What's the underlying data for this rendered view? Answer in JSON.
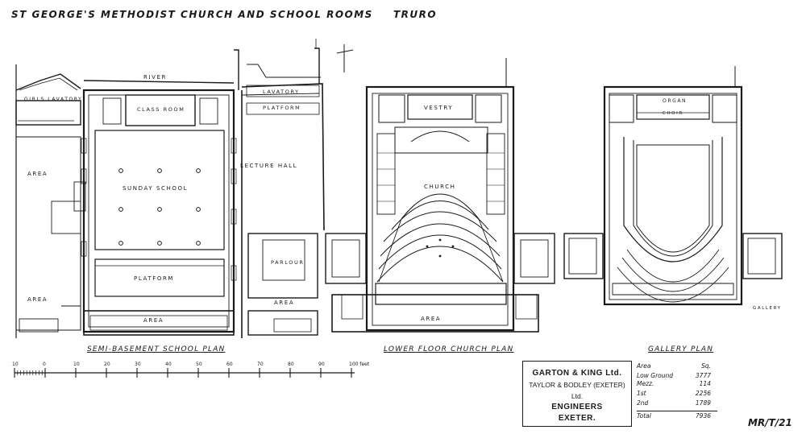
{
  "header": {
    "title": "St George's Methodist Church and School Rooms",
    "town": "Truro"
  },
  "plans": {
    "semi_basement": "Semi-Basement School Plan",
    "lower_floor": "Lower Floor Church Plan",
    "gallery": "Gallery Plan"
  },
  "rooms": {
    "river": "River",
    "girls_lavatory": "Girls Lavatory",
    "class_room": "Class Room",
    "lavatory": "Lavatory",
    "platform_upper": "Platform",
    "lecture_hall": "Lecture Hall",
    "area_left": "Area",
    "sunday_school": "Sunday School",
    "platform_lower": "Platform",
    "parlour": "Parlour",
    "area_bottom_left": "Area",
    "area_basement": "Area",
    "area_parlour": "Area",
    "vestry": "Vestry",
    "church": "Church",
    "area_church": "Area",
    "organ": "Organ",
    "choir": "Choir"
  },
  "scale": {
    "labels": [
      "10",
      "0",
      "10",
      "20",
      "30",
      "40",
      "50",
      "60",
      "70",
      "80",
      "90",
      "100 feet"
    ]
  },
  "stamp": {
    "line1": "GARTON & KING Ltd.",
    "line2": "TAYLOR & BODLEY (EXETER) Ltd.",
    "line3": "ENGINEERS",
    "line4": "EXETER."
  },
  "area_table": [
    {
      "label": "Area",
      "value": "Sq."
    },
    {
      "label": "Low Ground",
      "value": "3777"
    },
    {
      "label": "Mezz.",
      "value": "114"
    },
    {
      "label": "1st",
      "value": "2256"
    },
    {
      "label": "2nd",
      "value": "1789"
    },
    {
      "label": "Total",
      "value": "7936"
    }
  ],
  "drawing_ref": "MR/T/21",
  "note_gallery": "Gallery"
}
